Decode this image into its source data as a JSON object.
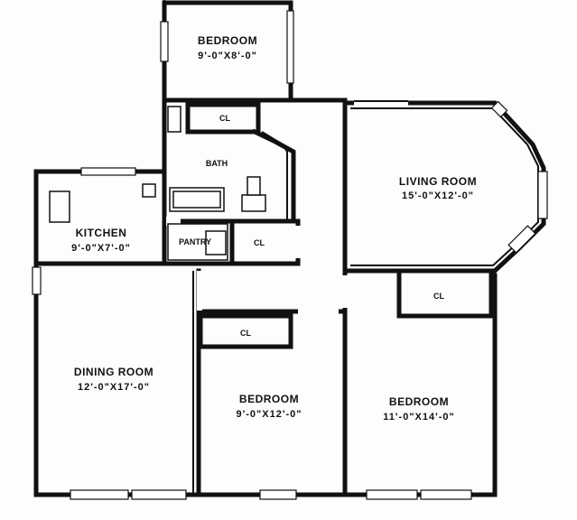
{
  "rooms": {
    "bedroom_top": {
      "name": "BEDROOM",
      "dims": "9'-0\"X8'-0\""
    },
    "living_room": {
      "name": "LIVING ROOM",
      "dims": "15'-0\"X12'-0\""
    },
    "kitchen": {
      "name": "KITCHEN",
      "dims": "9'-0\"X7'-0\""
    },
    "dining_room": {
      "name": "DINING ROOM",
      "dims": "12'-0\"X17'-0\""
    },
    "bedroom_middle": {
      "name": "BEDROOM",
      "dims": "9'-0\"X12'-0\""
    },
    "bedroom_right": {
      "name": "BEDROOM",
      "dims": "11'-0\"X14'-0\""
    }
  },
  "labels": {
    "bath": "BATH",
    "pantry": "PANTRY",
    "closet_bath": "CL",
    "closet_pantry": "CL",
    "closet_middle": "CL",
    "closet_right": "CL"
  }
}
